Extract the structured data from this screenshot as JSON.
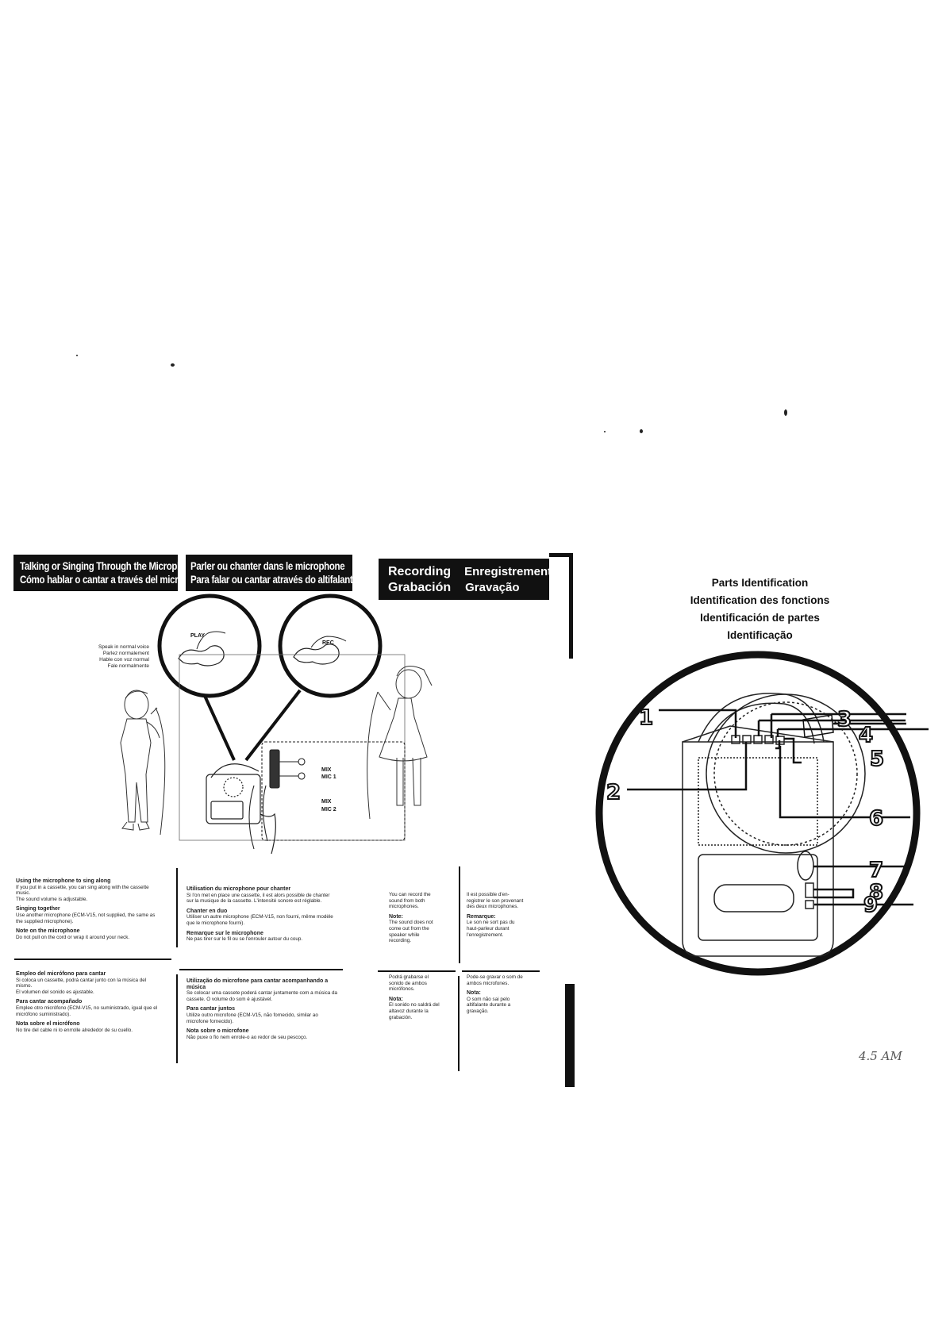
{
  "banners": {
    "talking": {
      "line1": "Talking or Singing Through the Microphone",
      "line2": "Cómo hablar o cantar a través del micrófono"
    },
    "parler": {
      "line1": "Parler ou chanter dans le microphone",
      "line2": "Para falar ou cantar através do altifalante"
    },
    "recording": {
      "en": "Recording",
      "fr": "Enregistrement",
      "es": "Grabación",
      "pt": "Gravação"
    }
  },
  "illustration": {
    "play_label": "PLAY",
    "rec_label": "REC",
    "speak": [
      "Speak in normal voice",
      "Parlez normalement",
      "Hable con voz normal",
      "Fale normalmente"
    ],
    "mix1": "MIX",
    "mic1": "MIC 1",
    "mix2": "MIX",
    "mic2": "MIC 2"
  },
  "english": {
    "h1": "Using the microphone to sing along",
    "t1": "If you put in a cassette, you can sing along with the cassette music.",
    "t1b": "The sound volume is adjustable.",
    "h2": "Singing together",
    "t2": "Use another microphone (ECM-V15, not supplied, the same as the supplied microphone).",
    "h3": "Note on the microphone",
    "t3": "Do not pull on the cord or wrap it around your neck."
  },
  "french": {
    "h1": "Utilisation du microphone pour chanter",
    "t1": "Si l'on met en place une cassette, il est alors possible de chanter sur la musique de la cassette. L'intensité sonore est réglable.",
    "h2": "Chanter en duo",
    "t2": "Utiliser un autre microphone (ECM-V15, non fourni, même modèle que le microphone fourni).",
    "h3": "Remarque sur le microphone",
    "t3": "Ne pas tirer sur le fil ou se l'enrouler autour du coup."
  },
  "spanish": {
    "h1": "Empleo del micrófono para cantar",
    "t1": "Si coloca un cassette, podrá cantar junto con la música del mismo.",
    "t1b": "El volumen del sonido es ajustable.",
    "h2": "Para cantar acompañado",
    "t2": "Emplee otro micrófono (ECM-V15, no suministrado, igual que el micrófono suministrado).",
    "h3": "Nota sobre el micrófono",
    "t3": "No tire del cable ni lo enrrolle alrededor de su cuello."
  },
  "portuguese": {
    "h1": "Utilização do microfone para cantar acompanhando a música",
    "t1": "Se colocar uma cassete poderá cantar juntamente com a música da cassete. O volume do som é ajustável.",
    "h2": "Para cantar juntos",
    "t2": "Utilize outro microfone (ECM-V15, não fornecido, similar ao microfone fornecido).",
    "h3": "Nota sobre o microfone",
    "t3": "Não puxe o fio nem enrole-o ao redor de seu pescoço."
  },
  "recording_en": {
    "t1": "You can record the sound from both microphones.",
    "note": "Note:",
    "t2": "The sound does not come out from the speaker while recording."
  },
  "recording_fr": {
    "t1": "Il est possible d'en-registrer le son provenant des deux microphones.",
    "note": "Remarque:",
    "t2": "Le son ne sort pas du haut-parleur durant l'enregistrement."
  },
  "recording_es": {
    "t1": "Podrá grabarse el sonido de ambos micrófonos.",
    "note": "Nota:",
    "t2": "El sonido no saldrá del altavoz durante la grabación."
  },
  "recording_pt": {
    "t1": "Pode-se gravar o som de ambos microfones.",
    "note": "Nota:",
    "t2": "O som não sai pelo altifalante durante a gravação."
  },
  "parts": {
    "title1": "Parts Identification",
    "title2": "Identification des fonctions",
    "title3": "Identificación de partes",
    "title4": "Identificação",
    "callouts": [
      "1",
      "2",
      "3",
      "4",
      "5",
      "6",
      "7",
      "8",
      "9"
    ]
  },
  "handwriting": "4.5 AM"
}
